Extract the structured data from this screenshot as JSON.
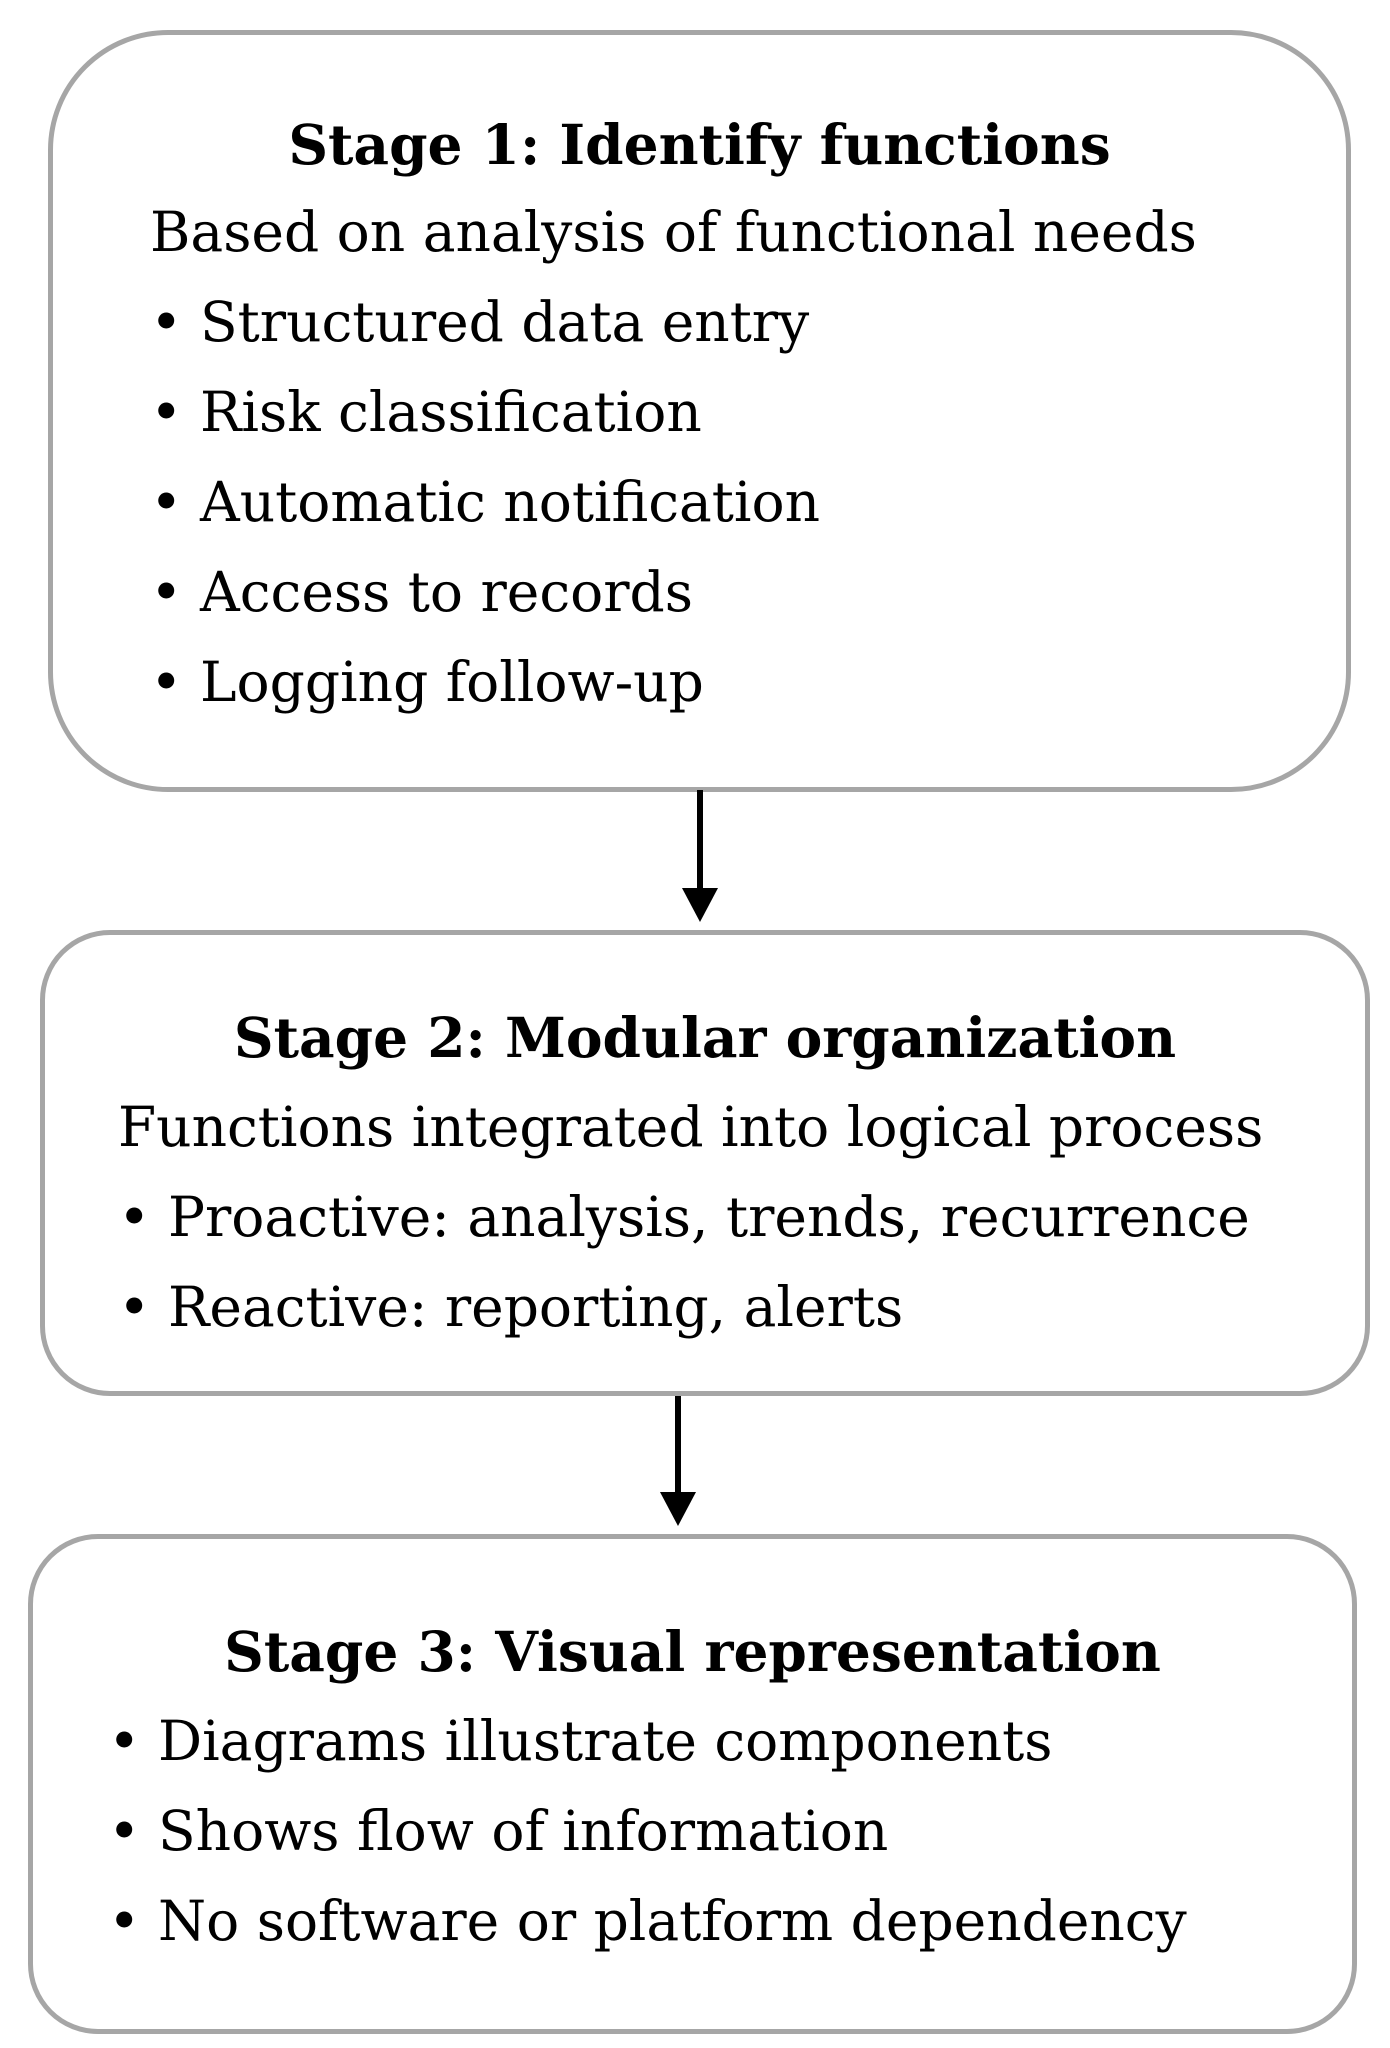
{
  "stages": [
    {
      "title": "Stage 1: Identify functions",
      "subtitle": "Based on analysis of functional needs",
      "bullets": [
        "Structured data entry",
        "Risk classification",
        "Automatic notification",
        "Access to records",
        "Logging follow-up"
      ]
    },
    {
      "title": "Stage 2: Modular organization",
      "subtitle": "Functions integrated into logical process",
      "bullets": [
        "Proactive: analysis, trends, recurrence",
        "Reactive: reporting, alerts"
      ]
    },
    {
      "title": "Stage 3: Visual representation",
      "bullets": [
        "Diagrams illustrate components",
        "Shows flow of information",
        "No software or platform dependency"
      ]
    }
  ],
  "bullet_symbol": "•",
  "colors": {
    "box_border": "#a6a6a6",
    "text": "#000000",
    "arrow": "#000000"
  }
}
